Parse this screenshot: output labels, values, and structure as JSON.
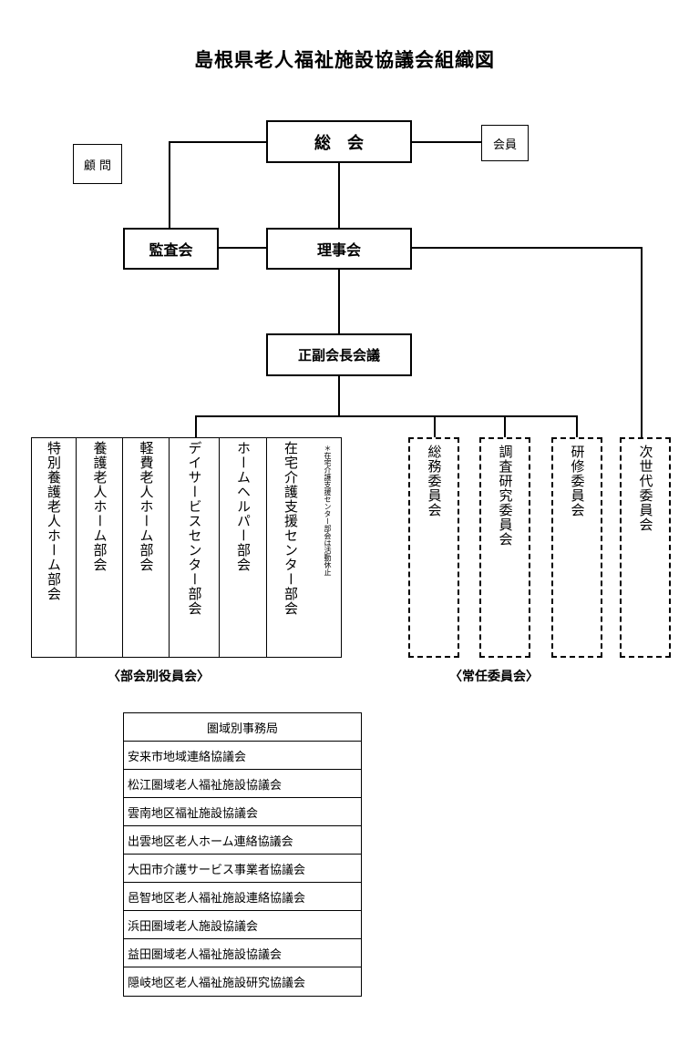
{
  "title": "島根県老人福祉施設協議会組織図",
  "nodes": {
    "soukai": "総　会",
    "kaiin": "会員",
    "komon": "顧 問",
    "kansakai": "監査会",
    "rijikai": "理事会",
    "seifuku": "正副会長会議"
  },
  "bukai": [
    "特別養護老人ホーム部会",
    "養護老人ホーム部会",
    "軽費老人ホーム部会",
    "デイサービスセンター部会",
    "ホームヘルパー部会",
    "在宅介護支援センター部会"
  ],
  "bukai_note": "＊在宅介護支援センター部会は活動休止",
  "iinkai": [
    "総務委員会",
    "調査研究委員会",
    "研修委員会"
  ],
  "jisedai": "次世代委員会",
  "captions": {
    "bukai": "〈部会別役員会〉",
    "iinkai": "〈常任委員会〉"
  },
  "office": {
    "header": "圏域別事務局",
    "rows": [
      "安来市地域連絡協議会",
      "松江圏域老人福祉施設協議会",
      "雲南地区福祉施設協議会",
      "出雲地区老人ホーム連絡協議会",
      "大田市介護サービス事業者協議会",
      "邑智地区老人福祉施設連絡協議会",
      "浜田圏域老人施設協議会",
      "益田圏域老人福祉施設協議会",
      "隠岐地区老人福祉施設研究協議会"
    ]
  }
}
